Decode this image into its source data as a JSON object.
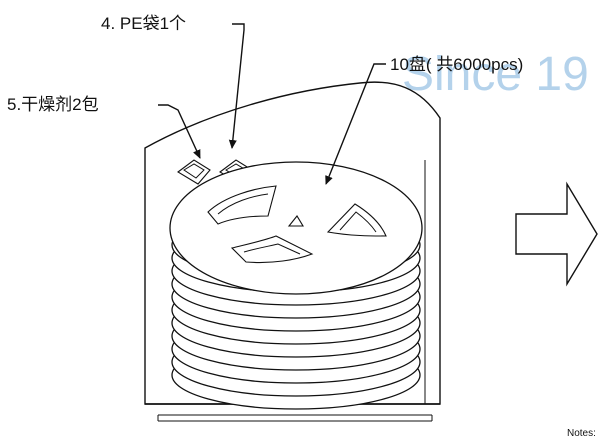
{
  "labels": {
    "pe_bag": "4. PE袋1个",
    "reels": "10盘( 共6000pcs)",
    "desiccant": "5.干燥剂2包",
    "watermark": "Since 19",
    "notes": "Notes:"
  },
  "colors": {
    "line": "#111111",
    "watermark": "#a8cbe8",
    "background": "#ffffff"
  }
}
